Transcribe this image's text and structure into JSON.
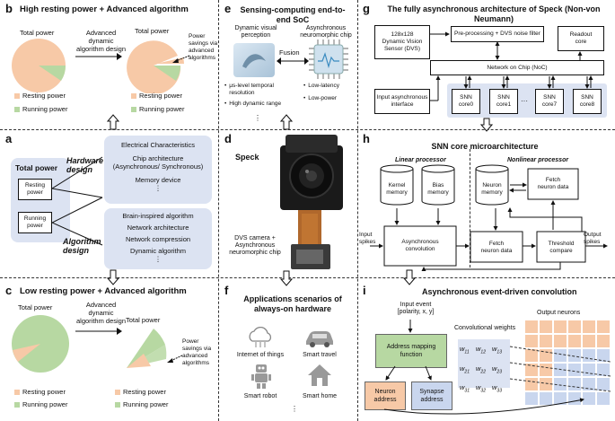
{
  "panel_b": {
    "label": "b",
    "title": "High resting power + Advanced algorithm",
    "total_power_1": "Total power",
    "advanced_dynamic_design": [
      "Advanced",
      "dynamic",
      "algorithm design"
    ],
    "total_power_2": "Total power",
    "savings": [
      "Power",
      "savings via",
      "advanced",
      "algorithms"
    ],
    "legend_resting": "Resting power",
    "legend_running": "Running power"
  },
  "panel_a": {
    "label": "a",
    "total_power": "Total power",
    "resting_power": "Resting power",
    "running_power": "Running power",
    "hardware_design": "Hardware design",
    "algorithm_design": "Algorithm design",
    "hardware_items": [
      "Electrical Characteristics",
      "Chip architecture",
      "(Asynchronous/ Synchronous)",
      "Memory device",
      "⋮"
    ],
    "algorithm_items": [
      "Brain-inspired algorithm",
      "Network architecture",
      "Network compression",
      "Dynamic algorithm",
      "⋮"
    ]
  },
  "panel_c": {
    "label": "c",
    "title": "Low resting power + Advanced algorithm",
    "total_power_1": "Total power",
    "advanced_dynamic_design": [
      "Advanced",
      "dynamic",
      "algorithm design"
    ],
    "total_power_2": "Total power",
    "savings": [
      "Power",
      "savings via",
      "advanced",
      "algorithms"
    ],
    "legend_resting": "Resting power",
    "legend_running": "Running power"
  },
  "panel_e": {
    "label": "e",
    "title": "Sensing-computing end-to-end SoC",
    "left_caption": "Dynamic visual perception",
    "right_caption": "Asynchronous neuromorphic chip",
    "fusion": "Fusion",
    "left_bullets": [
      "μs-level temporal resolution",
      "High dynamic range"
    ],
    "right_bullets": [
      "Low-latency",
      "Low-power"
    ],
    "ellipsis": "⋮"
  },
  "panel_d": {
    "label": "d",
    "speck": "Speck",
    "caption": [
      "DVS camera +",
      "Asynchronous",
      "neuromorphic chip"
    ]
  },
  "panel_f": {
    "label": "f",
    "title": "Applications scenarios of always-on hardware",
    "items": [
      "Internet of things",
      "Smart travel",
      "Smart robot",
      "Smart home"
    ],
    "ellipsis": "⋮"
  },
  "panel_g": {
    "label": "g",
    "title": "The fully asynchronous architecture of Speck (Non-von Neumann)",
    "dvs": [
      "128x128",
      "Dynamic Vision",
      "Sensor (DVS)"
    ],
    "preproc": "Pre-processing + DVS noise filter",
    "readout": [
      "Readout",
      "core"
    ],
    "noc": "Network on Chip (NoC)",
    "input_iface": [
      "Input asynchronous",
      "interface"
    ],
    "cores": [
      [
        "SNN",
        "core0"
      ],
      [
        "SNN",
        "core1"
      ],
      [
        "SNN",
        "core7"
      ],
      [
        "SNN",
        "core8"
      ]
    ],
    "dots": "···"
  },
  "panel_h": {
    "label": "h",
    "title": "SNN core microarchitecture",
    "linear": "Linear processor",
    "nonlinear": "Nonlinear processor",
    "kernel_memory": [
      "Kernel",
      "memory"
    ],
    "bias_memory": [
      "Bias",
      "memory"
    ],
    "neuron_memory": [
      "Neuron",
      "memory"
    ],
    "fetch_top": [
      "Fetch",
      "neuron data"
    ],
    "async_conv": [
      "Asynchronous",
      "convolution"
    ],
    "fetch_bottom": [
      "Fetch",
      "neuron data"
    ],
    "threshold": [
      "Threshold",
      "compare"
    ],
    "input_spikes": [
      "Input",
      "spikes"
    ],
    "output_spikes": [
      "Output",
      "spikes"
    ]
  },
  "panel_i": {
    "label": "i",
    "title": "Asynchronous event-driven convolution",
    "input_event": [
      "Input event",
      "[polarity, x, y]"
    ],
    "address_mapping": [
      "Address mapping",
      "function"
    ],
    "neuron_address": [
      "Neuron",
      "address"
    ],
    "synapse_address": [
      "Synapse",
      "address"
    ],
    "conv_weights": "Convolutional weights",
    "output_neurons": "Output neurons",
    "weights": [
      [
        "w11",
        "w12",
        "w13"
      ],
      [
        "w21",
        "w22",
        "w23"
      ],
      [
        "w31",
        "w32",
        "w33"
      ]
    ]
  },
  "colors": {
    "resting": "#f7c9a7",
    "running": "#b7d8a2",
    "panel": "#dce3f2",
    "mapping": "#b7d8a2",
    "neuron_addr": "#f7c9a7",
    "synapse_addr": "#c9d6ee"
  }
}
